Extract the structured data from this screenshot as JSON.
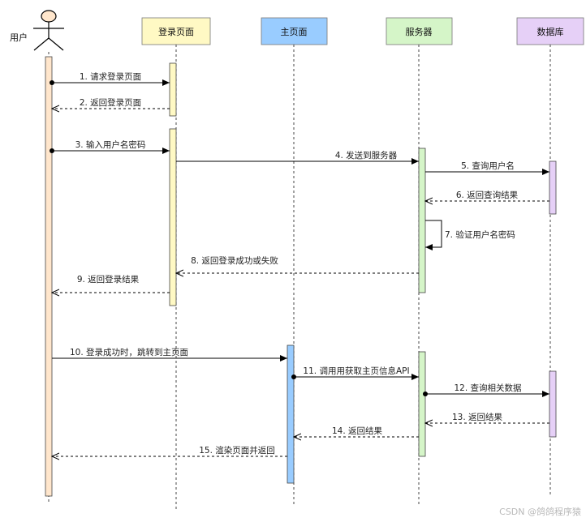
{
  "actor": {
    "label": "用户",
    "bar_color": "#ffe6cc"
  },
  "participants": [
    {
      "id": "login",
      "label": "登录页面",
      "color": "#fff9c4"
    },
    {
      "id": "main",
      "label": "主页面",
      "color": "#99ccff"
    },
    {
      "id": "server",
      "label": "服务器",
      "color": "#d5f5c8"
    },
    {
      "id": "db",
      "label": "数据库",
      "color": "#e6d0f7"
    }
  ],
  "messages": [
    {
      "from": "user",
      "to": "login",
      "label": "1. 请求登录页面",
      "style": "solid"
    },
    {
      "from": "login",
      "to": "user",
      "label": "2. 返回登录页面",
      "style": "dashed"
    },
    {
      "from": "user",
      "to": "login",
      "label": "3. 输入用户名密码",
      "style": "solid"
    },
    {
      "from": "login",
      "to": "server",
      "label": "4. 发送到服务器",
      "style": "solid"
    },
    {
      "from": "server",
      "to": "db",
      "label": "5. 查询用户名",
      "style": "solid"
    },
    {
      "from": "db",
      "to": "server",
      "label": "6. 返回查询结果",
      "style": "dashed"
    },
    {
      "from": "server",
      "to": "server",
      "label": "7. 验证用户名密码",
      "style": "self"
    },
    {
      "from": "server",
      "to": "login",
      "label": "8. 返回登录成功或失败",
      "style": "dashed"
    },
    {
      "from": "login",
      "to": "user",
      "label": "9. 返回登录结果",
      "style": "dashed"
    },
    {
      "from": "user",
      "to": "main",
      "label": "10. 登录成功时，跳转到主页面",
      "style": "solid"
    },
    {
      "from": "main",
      "to": "server",
      "label": "11. 调用用获取主页信息API",
      "style": "solid"
    },
    {
      "from": "server",
      "to": "db",
      "label": "12. 查询相关数据",
      "style": "solid"
    },
    {
      "from": "db",
      "to": "server",
      "label": "13. 返回结果",
      "style": "dashed"
    },
    {
      "from": "server",
      "to": "main",
      "label": "14. 返回结果",
      "style": "dashed"
    },
    {
      "from": "main",
      "to": "user",
      "label": "15. 渲染页面并返回",
      "style": "dashed"
    }
  ],
  "watermark": "CSDN @鸽鸽程序猿"
}
